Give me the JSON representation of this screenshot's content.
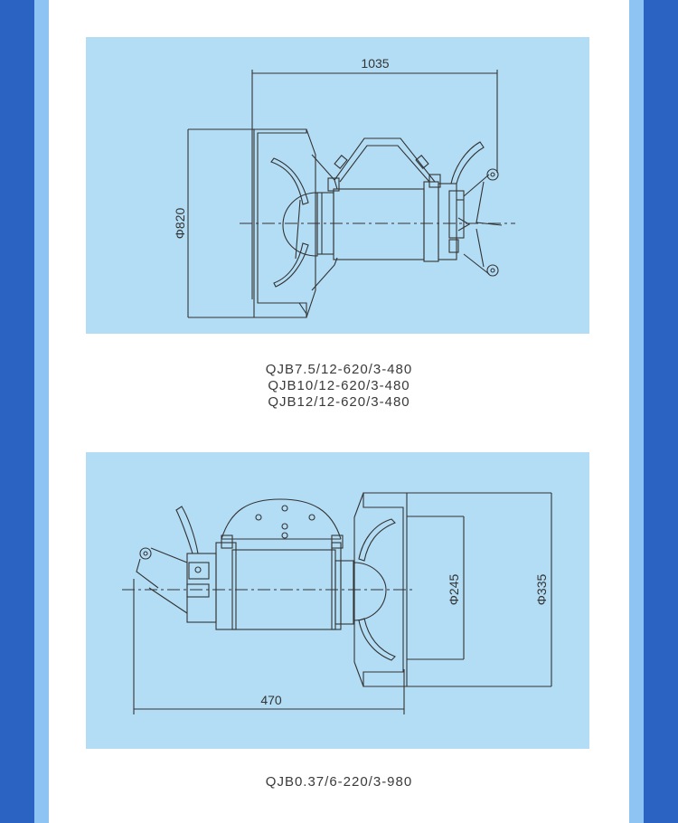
{
  "colors": {
    "outer_bg": "#2a63c2",
    "stripe": "#8dc4f3",
    "page": "#ffffff",
    "panel": "#b3ddf5",
    "line": "#333333"
  },
  "diagram1": {
    "width_label": "1035",
    "diameter_label": "Φ820",
    "models": [
      "QJB7.5/12-620/3-480",
      "QJB10/12-620/3-480",
      "QJB12/12-620/3-480"
    ]
  },
  "diagram2": {
    "length_label": "470",
    "inner_diameter_label": "Φ245",
    "outer_diameter_label": "Φ335",
    "models": [
      "QJB0.37/6-220/3-980"
    ]
  }
}
